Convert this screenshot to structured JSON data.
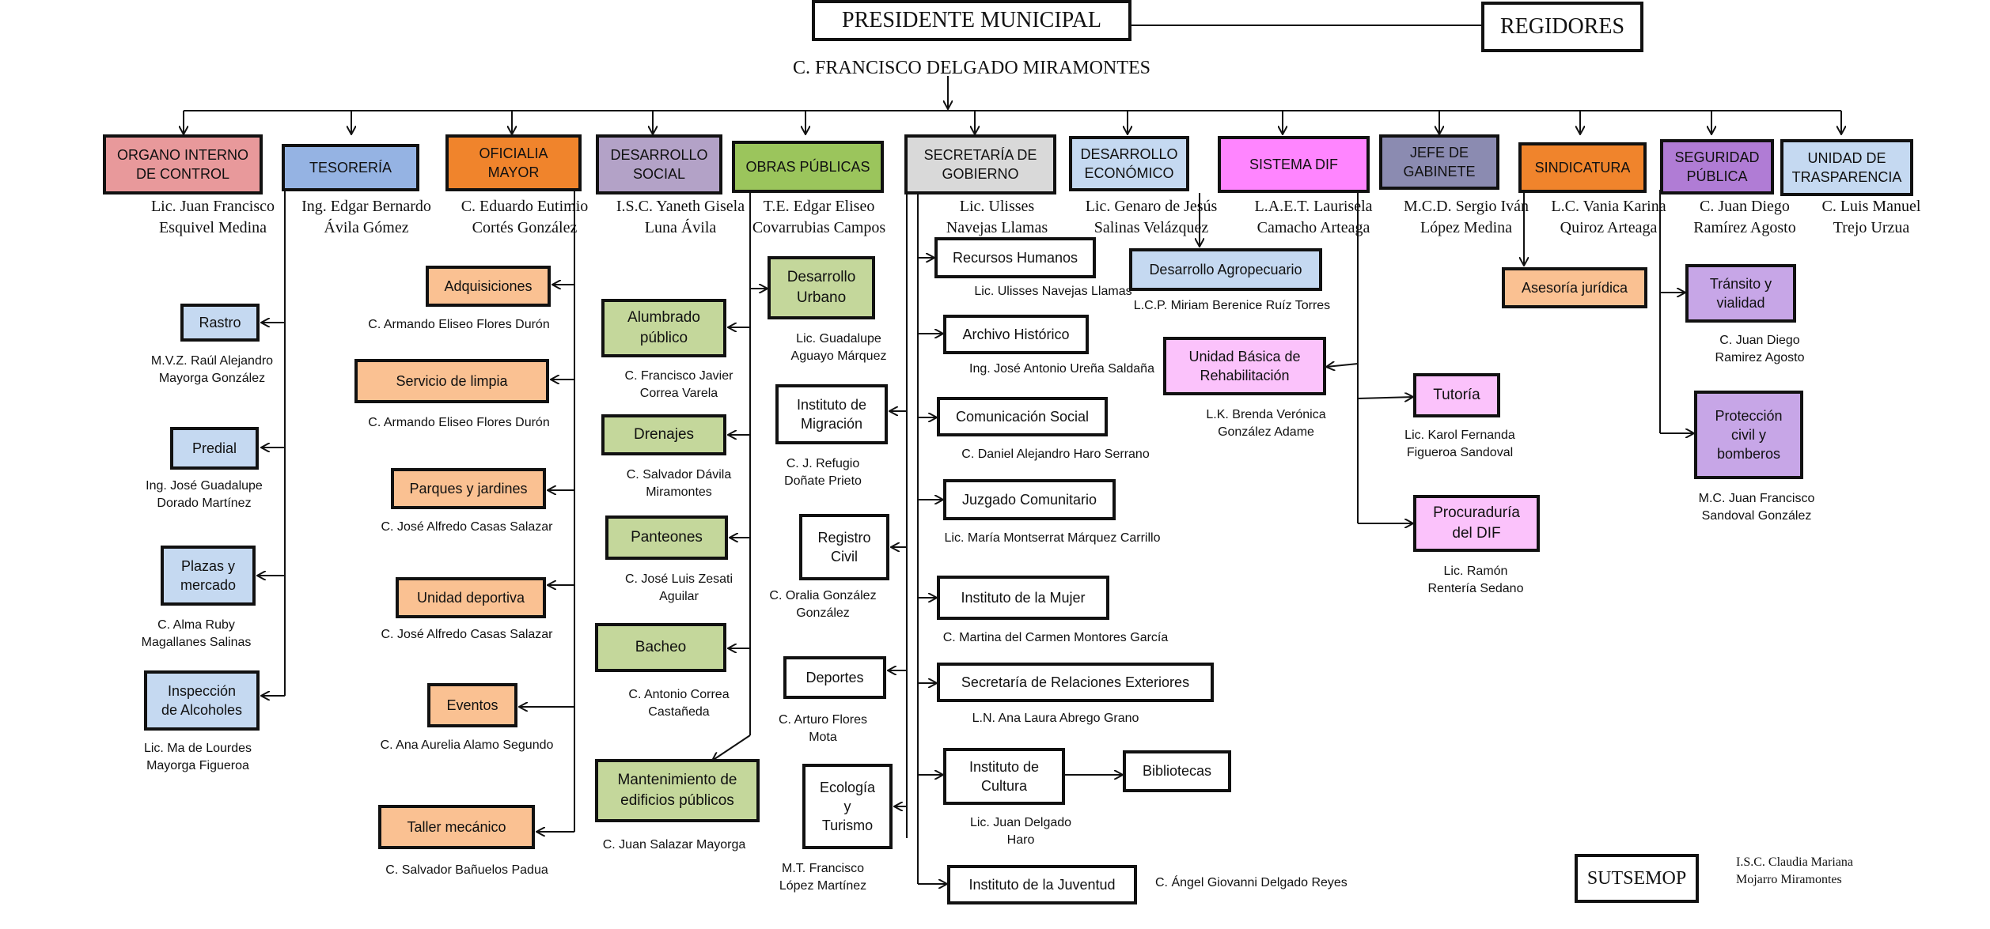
{
  "colors": {
    "line": "#111111",
    "organo_interno": "#e8999b",
    "tesoreria": "#95b3e3",
    "oficialia_mayor": "#f0842c",
    "desarrollo_social": "#b3a2c7",
    "obras_publicas": "#9bc55c",
    "secretaria": "#d9d9d9",
    "desarrollo_economico": "#c5d9f1",
    "sistema_dif": "#ff85ff",
    "jefe_gabinete": "#8b8bb1",
    "sindicatura": "#f0842c",
    "seguridad": "#b07cd5",
    "transparencia": "#c5d9f1",
    "sub_tesoreria": "#c5d9f1",
    "sub_oficialia": "#fac192",
    "sub_obras": "#c4d79b",
    "sub_dif": "#fbc2fb",
    "sub_seguridad": "#c7a6e7"
  },
  "top": {
    "president": "PRESIDENTE MUNICIPAL",
    "president_name": "C. FRANCISCO DELGADO MIRAMONTES",
    "regidores": "REGIDORES"
  },
  "departments": [
    {
      "title": [
        "ORGANO INTERNO",
        "DE CONTROL"
      ],
      "name": [
        "Lic. Juan Francisco",
        "Esquivel Medina"
      ]
    },
    {
      "title": [
        "TESORERÍA"
      ],
      "name": [
        "Ing. Edgar Bernardo",
        "Ávila Gómez"
      ]
    },
    {
      "title": [
        "OFICIALIA",
        "MAYOR"
      ],
      "name": [
        "C. Eduardo Eutimio",
        "Cortés González"
      ]
    },
    {
      "title": [
        "DESARROLLO",
        "SOCIAL"
      ],
      "name": [
        "I.S.C. Yaneth Gisela",
        "Luna Ávila"
      ]
    },
    {
      "title": [
        "OBRAS PÚBLICAS"
      ],
      "name": [
        "T.E. Edgar Eliseo",
        "Covarrubias Campos"
      ]
    },
    {
      "title": [
        "SECRETARÍA DE",
        "GOBIERNO"
      ],
      "name": [
        "Lic. Ulisses",
        "Navejas Llamas"
      ]
    },
    {
      "title": [
        "DESARROLLO",
        "ECONÓMICO"
      ],
      "name": [
        "Lic. Genaro de Jesús",
        "Salinas Velázquez"
      ]
    },
    {
      "title": [
        "SISTEMA DIF"
      ],
      "name": [
        "L.A.E.T. Laurisela",
        "Camacho Arteaga"
      ]
    },
    {
      "title": [
        "JEFE DE",
        "GABINETE"
      ],
      "name": [
        "M.C.D. Sergio Iván",
        "López Medina"
      ]
    },
    {
      "title": [
        "SINDICATURA"
      ],
      "name": [
        "L.C. Vania Karina",
        "Quiroz Arteaga"
      ]
    },
    {
      "title": [
        "SEGURIDAD",
        "PÚBLICA"
      ],
      "name": [
        "C. Juan Diego",
        "Ramírez Agosto"
      ]
    },
    {
      "title": [
        "UNIDAD DE",
        "TRASPARENCIA"
      ],
      "name": [
        "C. Luis Manuel",
        "Trejo Urzua"
      ]
    }
  ],
  "tesoreria_units": [
    {
      "title": [
        "Rastro"
      ],
      "name": [
        "M.V.Z. Raúl Alejandro",
        "Mayorga González"
      ]
    },
    {
      "title": [
        "Predial"
      ],
      "name": [
        "Ing. José Guadalupe",
        "Dorado Martínez"
      ]
    },
    {
      "title": [
        "Plazas y",
        "mercado"
      ],
      "name": [
        "C. Alma Ruby",
        "Magallanes Salinas"
      ]
    },
    {
      "title": [
        "Inspección",
        "de Alcoholes"
      ],
      "name": [
        "Lic. Ma de Lourdes",
        "Mayorga Figueroa"
      ]
    }
  ],
  "oficialia_units": [
    {
      "title": [
        "Adquisiciones"
      ],
      "name": [
        "C. Armando Eliseo Flores Durón"
      ]
    },
    {
      "title": [
        "Servicio de limpia"
      ],
      "name": [
        "C. Armando Eliseo Flores Durón"
      ]
    },
    {
      "title": [
        "Parques y jardines"
      ],
      "name": [
        "C. José Alfredo Casas Salazar"
      ]
    },
    {
      "title": [
        "Unidad deportiva"
      ],
      "name": [
        "C. José Alfredo Casas Salazar"
      ]
    },
    {
      "title": [
        "Eventos"
      ],
      "name": [
        "C. Ana Aurelia Alamo Segundo"
      ]
    },
    {
      "title": [
        "Taller mecánico"
      ],
      "name": [
        "C. Salvador Bañuelos Padua"
      ]
    }
  ],
  "obras_units": [
    {
      "title": [
        "Desarrollo",
        "Urbano"
      ],
      "name": [
        "Lic. Guadalupe",
        "Aguayo Márquez"
      ]
    },
    {
      "title": [
        "Alumbrado",
        "público"
      ],
      "name": [
        "C. Francisco Javier",
        "Correa Varela"
      ]
    },
    {
      "title": [
        "Drenajes"
      ],
      "name": [
        "C. Salvador Dávila",
        "Miramontes"
      ]
    },
    {
      "title": [
        "Panteones"
      ],
      "name": [
        "C. José Luis Zesati",
        "Aguilar"
      ]
    },
    {
      "title": [
        "Bacheo"
      ],
      "name": [
        "C. Antonio Correa",
        "Castañeda"
      ]
    },
    {
      "title": [
        "Mantenimiento de",
        "edificios públicos"
      ],
      "name": [
        "C. Juan Salazar Mayorga"
      ]
    }
  ],
  "secretaria_left": [
    {
      "title": [
        "Instituto de",
        "Migración"
      ],
      "name": [
        "C. J. Refugio",
        "Doñate Prieto"
      ]
    },
    {
      "title": [
        "Registro",
        "Civil"
      ],
      "name": [
        "C. Oralia González",
        "González"
      ]
    },
    {
      "title": [
        "Deportes"
      ],
      "name": [
        "C. Arturo Flores",
        "Mota"
      ]
    },
    {
      "title": [
        "Ecología",
        "y",
        "Turismo"
      ],
      "name": [
        "M.T. Francisco",
        "López Martínez"
      ]
    }
  ],
  "secretaria_right": [
    {
      "title": [
        "Recursos Humanos"
      ],
      "name": [
        "Lic. Ulisses Navejas Llamas"
      ]
    },
    {
      "title": [
        "Archivo Histórico"
      ],
      "name": [
        "Ing. José Antonio Ureña Saldaña"
      ]
    },
    {
      "title": [
        "Comunicación Social"
      ],
      "name": [
        "C. Daniel Alejandro Haro Serrano"
      ]
    },
    {
      "title": [
        "Juzgado Comunitario"
      ],
      "name": [
        "Lic. María Montserrat Márquez Carrillo"
      ]
    },
    {
      "title": [
        "Instituto de la Mujer"
      ],
      "name": [
        "C. Martina del Carmen Montores García"
      ]
    },
    {
      "title": [
        "Secretaría de Relaciones Exteriores"
      ],
      "name": [
        "L.N. Ana Laura Abrego Grano"
      ]
    },
    {
      "title": [
        "Instituto de",
        "Cultura"
      ],
      "name": [
        "Lic. Juan Delgado",
        "Haro"
      ]
    },
    {
      "title": [
        "Instituto de la Juventud"
      ],
      "name": [
        "C. Ángel Giovanni Delgado Reyes"
      ]
    }
  ],
  "bibliotecas": "Bibliotecas",
  "economico_units": [
    {
      "title": [
        "Desarrollo Agropecuario"
      ],
      "name": [
        "L.C.P. Miriam Berenice Ruíz Torres"
      ]
    },
    {
      "title": [
        "Unidad Básica de",
        "Rehabilitación"
      ],
      "name": [
        "L.K. Brenda Verónica",
        "González Adame"
      ]
    }
  ],
  "dif_units": [
    {
      "title": [
        "Tutoría"
      ],
      "name": [
        "Lic. Karol Fernanda",
        "Figueroa Sandoval"
      ]
    },
    {
      "title": [
        "Procuraduría",
        "del DIF"
      ],
      "name": [
        "Lic. Ramón",
        "Rentería Sedano"
      ]
    }
  ],
  "sindicatura_units": [
    {
      "title": [
        "Asesoría jurídica"
      ],
      "name": []
    }
  ],
  "seguridad_units": [
    {
      "title": [
        "Tránsito y",
        "vialidad"
      ],
      "name": [
        "C. Juan Diego",
        "Ramirez Agosto"
      ]
    },
    {
      "title": [
        "Protección",
        "civil y",
        "bomberos"
      ],
      "name": [
        "M.C. Juan Francisco",
        "Sandoval González"
      ]
    }
  ],
  "sutsemop": {
    "title": "SUTSEMOP",
    "name": [
      "I.S.C. Claudia Mariana",
      "Mojarro Miramontes"
    ]
  }
}
